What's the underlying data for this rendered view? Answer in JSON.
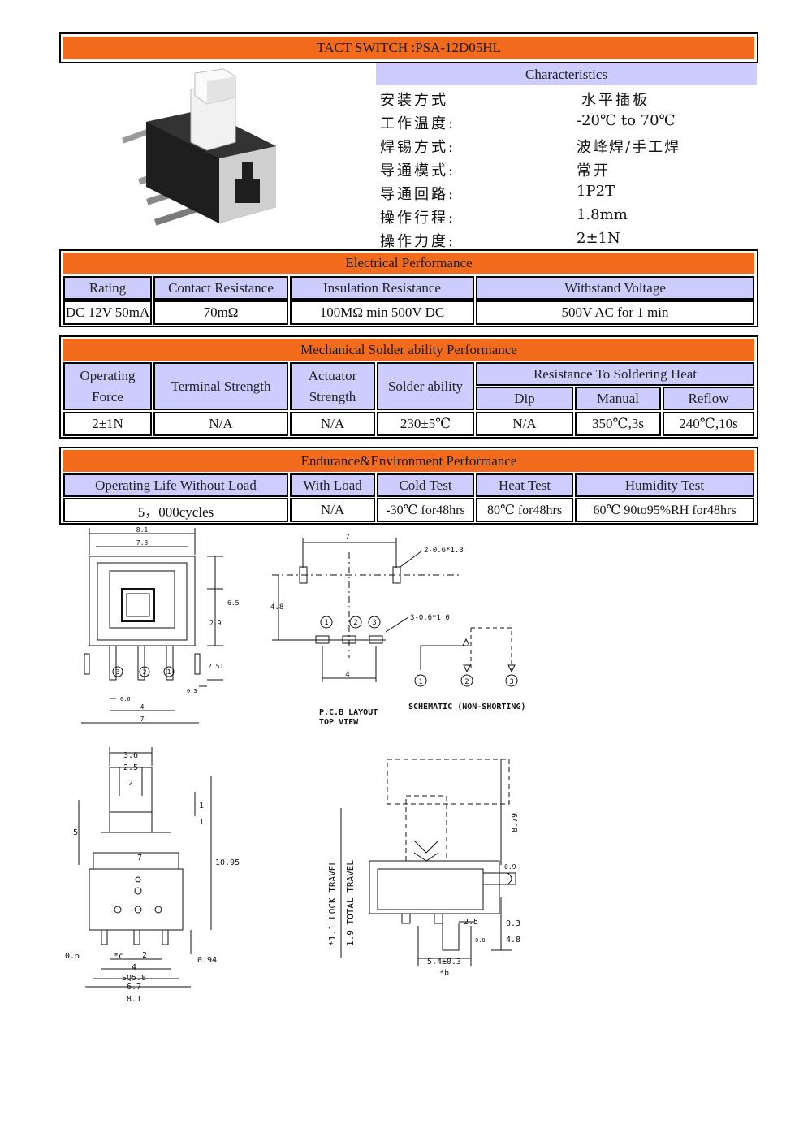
{
  "title": "TACT SWITCH :PSA-12D05HL",
  "characteristics": {
    "header": "Characteristics",
    "rows": [
      {
        "label": "安装方式",
        "value": "水平插板"
      },
      {
        "label": "工作温度:",
        "value": "-20℃ to 70℃"
      },
      {
        "label": "焊锡方式:",
        "value": "波峰焊/手工焊"
      },
      {
        "label": "导通模式:",
        "value": "常开"
      },
      {
        "label": "导通回路:",
        "value": "1P2T"
      },
      {
        "label": "操作行程:",
        "value": "1.8mm"
      },
      {
        "label": "操作力度:",
        "value": "2±1N"
      }
    ]
  },
  "electrical": {
    "title": "Electrical Performance",
    "headers": [
      "Rating",
      "Contact Resistance",
      "Insulation Resistance",
      "Withstand Voltage"
    ],
    "values": [
      "DC 12V 50mA",
      "70mΩ",
      "100MΩ min 500V DC",
      "500V AC for 1 min"
    ]
  },
  "mechanical": {
    "title": "Mechanical Solder ability Performance",
    "headers": [
      "Operating Force",
      "Terminal Strength",
      "Actuator Strength",
      "Solder ability",
      "Resistance To Soldering Heat"
    ],
    "sub_headers": [
      "Dip",
      "Manual",
      "Reflow"
    ],
    "values": [
      "2±1N",
      "N/A",
      "N/A",
      "230±5℃",
      "N/A",
      "350℃,3s",
      "240℃,10s"
    ]
  },
  "endurance": {
    "title": "Endurance&Environment Performance",
    "headers": [
      "Operating Life Without Load",
      "With Load",
      "Cold Test",
      "Heat Test",
      "Humidity Test"
    ],
    "values": [
      "5，000cycles",
      "N/A",
      "-30℃ for48hrs",
      "80℃ for48hrs",
      "60℃ 90to95%RH for48hrs"
    ]
  },
  "drawings": {
    "top": {
      "d81": "8.1",
      "d73": "7.3",
      "d65": "6.5",
      "d29": "2.9",
      "d251": "2.51",
      "d06": "0.6",
      "d4": "4",
      "d7": "7",
      "d03": "0.3",
      "p3": "3",
      "p2": "2",
      "p1": "1"
    },
    "pcb": {
      "d7": "7",
      "d48": "4.8",
      "d4": "4",
      "note1": "2-0.6*1.3",
      "note2": "3-0.6*1.0",
      "caption1": "P.C.B LAYOUT",
      "caption2": "TOP VIEW",
      "p1": "1",
      "p2": "2",
      "p3": "3"
    },
    "schematic": {
      "caption": "SCHEMATIC (NON-SHORTING)",
      "p1": "1",
      "p2": "2",
      "p3": "3"
    },
    "front": {
      "d36": "3.6",
      "d25": "2.5",
      "d2a": "2",
      "d5": "5",
      "d1a": "1",
      "d1b": "1",
      "d7": "7",
      "d1095": "10.95",
      "d06": "0.6",
      "dc": "*c",
      "d2b": "2",
      "d4": "4",
      "dsq": "SQ5.8",
      "d67": "6.7",
      "d81": "8.1",
      "d094": "0.94"
    },
    "side": {
      "lock": "*1.1 LOCK TRAVEL",
      "total": "1.9 TOTAL TRAVEL",
      "d879": "8.79",
      "d09": "0.9",
      "d25": "2.5",
      "d03": "0.3",
      "d48": "4.8",
      "d54": "5.4±0.3",
      "db": "*b",
      "d08": "0.8"
    }
  }
}
